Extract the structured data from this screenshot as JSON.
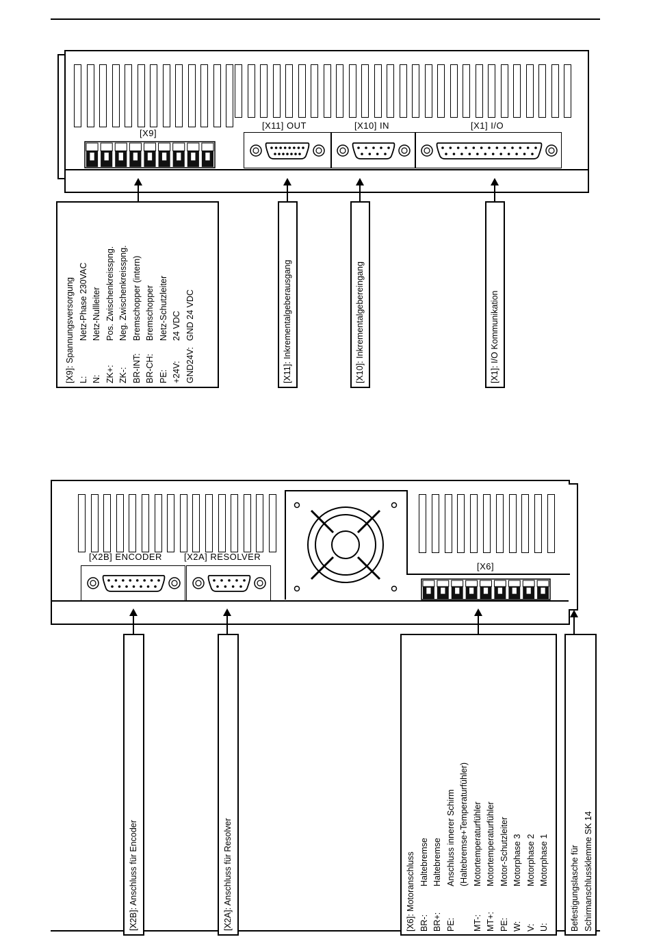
{
  "top_device": {
    "x9_label": "[X9]",
    "x11_label": "[X11] OUT",
    "x10_label": "[X10] IN",
    "x1_label": "[X1] I/O"
  },
  "top_boxes": {
    "x9": {
      "title": "[X9]: Spannungsversorgung",
      "rows": [
        {
          "k": "L:",
          "v": "Netz-Phase 230VAC"
        },
        {
          "k": "N:",
          "v": "Netz-Nullleiter"
        },
        {
          "k": "ZK+:",
          "v": "Pos. Zwischenkreisspng."
        },
        {
          "k": "ZK-:",
          "v": "Neg. Zwischenkreisspng."
        },
        {
          "k": "BR-INT:",
          "v": "Bremschopper (intern)"
        },
        {
          "k": "BR-CH:",
          "v": "Bremschopper"
        },
        {
          "k": "PE:",
          "v": "Netz-Schutzleiter"
        },
        {
          "k": "+24V:",
          "v": "24 VDC"
        },
        {
          "k": "GND24V:",
          "v": "GND 24 VDC"
        }
      ]
    },
    "x11": "[X11]: Inkrementalgeberausgang",
    "x10": "[X10]: Inkrementalgebereingang",
    "x1": "[X1]: I/O Kommunikation"
  },
  "bottom_device": {
    "x2b_label": "[X2B] ENCODER",
    "x2a_label": "[X2A] RESOLVER",
    "x6_label": "[X6]"
  },
  "bottom_boxes": {
    "x2b": "[X2B]: Anschluss für Encoder",
    "x2a": "[X2A]: Anschluss für Resolver",
    "x6": {
      "title": "[X6]: Motoranschluss",
      "rows": [
        {
          "k": "BR-:",
          "v": "Haltebremse"
        },
        {
          "k": "BR+:",
          "v": "Haltebremse"
        },
        {
          "k": "PE:",
          "v": "Anschluss innerer Schirm"
        },
        {
          "k": "",
          "v": "(Haltebremse+Temperaturfühler)"
        },
        {
          "k": "MT-:",
          "v": "Motortemperaturfühler"
        },
        {
          "k": "MT+:",
          "v": "Motortemperaturfühler"
        },
        {
          "k": "PE:",
          "v": "Motor-Schutzleiter"
        },
        {
          "k": "W:",
          "v": "Motorphase 3"
        },
        {
          "k": "V:",
          "v": "Motorphase 2"
        },
        {
          "k": "U:",
          "v": "Motorphase 1"
        }
      ]
    },
    "sk14": {
      "line1": "Befestigungslasche für",
      "line2": "Schirmanschlussklemme SK 14"
    }
  }
}
